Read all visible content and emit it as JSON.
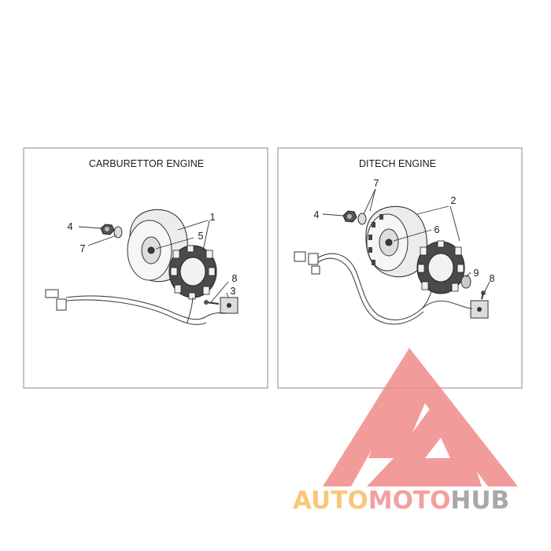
{
  "panels": {
    "left": {
      "title": "CARBURETTOR ENGINE",
      "callouts": [
        "1",
        "4",
        "5",
        "7",
        "8",
        "3"
      ]
    },
    "right": {
      "title": "DITECH ENGINE",
      "callouts": [
        "7",
        "2",
        "4",
        "6",
        "9",
        "8"
      ]
    }
  },
  "watermark": {
    "text_part1": "AUTO",
    "text_part2": "MOTO",
    "text_part3": "HUB",
    "colors": {
      "logo": "#f08a8a",
      "auto": "#f7c87a",
      "moto": "#f3a0a0",
      "hub": "#a8a8a8"
    }
  }
}
